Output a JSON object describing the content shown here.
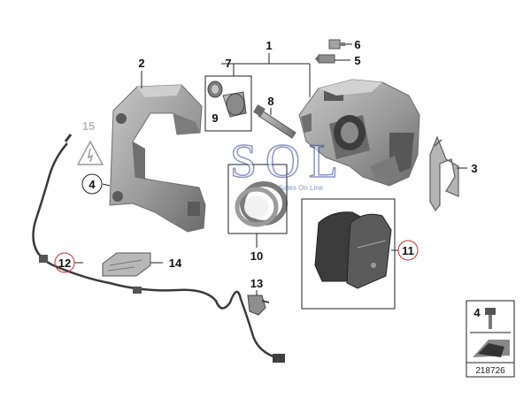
{
  "callouts": {
    "n1": "1",
    "n2": "2",
    "n3": "3",
    "n4": "4",
    "n5": "5",
    "n6": "6",
    "n7": "7",
    "n8": "8",
    "n9": "9",
    "n10": "10",
    "n11": "11",
    "n12": "12",
    "n13": "13",
    "n14": "14",
    "n15": "15"
  },
  "watermark": {
    "logo": "SOL",
    "tagline": "Sales On Line"
  },
  "legend": {
    "number": "4"
  },
  "diagram_id": "218726",
  "colors": {
    "part_fill": "#9a9a9a",
    "part_dark": "#5e5e5e",
    "part_light": "#c4c4c4",
    "highlight_ring": "#d22b2b",
    "watermark": "#2b3f9e"
  }
}
